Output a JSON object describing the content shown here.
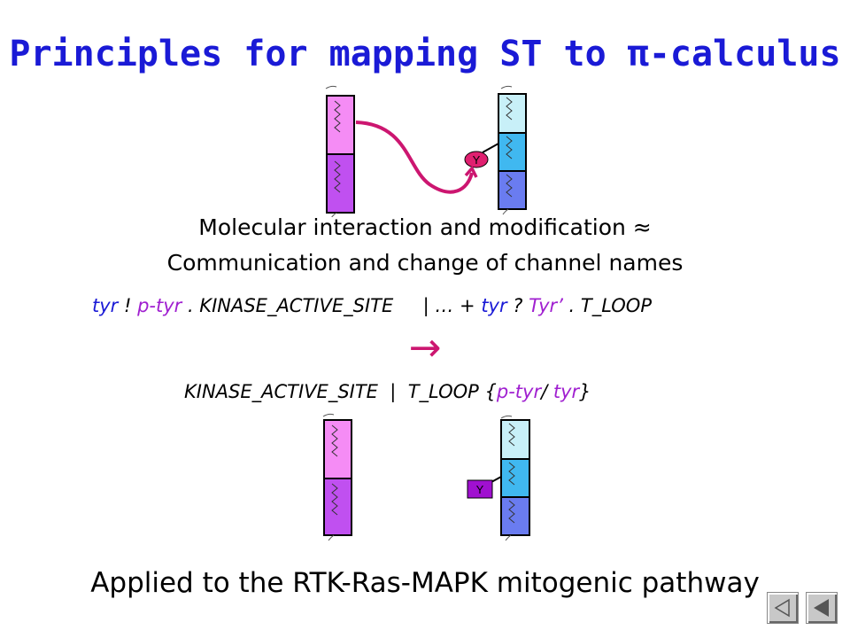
{
  "title": "Principles for mapping ST to π-calculus",
  "caption": {
    "line1": "Molecular interaction and modification ≈",
    "line2": "Communication and change of channel names"
  },
  "formula1": [
    {
      "text": "tyr",
      "color": "#1a1ad6"
    },
    {
      "text": " ! ",
      "color": "#000000"
    },
    {
      "text": "p-tyr",
      "color": "#a020d0"
    },
    {
      "text": " . KINASE_ACTIVE_SITE",
      "color": "#000000"
    },
    {
      "text": "     | … + ",
      "color": "#000000"
    },
    {
      "text": "tyr",
      "color": "#1a1ad6"
    },
    {
      "text": " ? ",
      "color": "#000000"
    },
    {
      "text": "Tyr’",
      "color": "#a020d0"
    },
    {
      "text": " . T_LOOP",
      "color": "#000000"
    }
  ],
  "arrow": "→",
  "formula2": [
    {
      "text": "KINASE_ACTIVE_SITE  |  T_LOOP ",
      "color": "#000000"
    },
    {
      "text": "{",
      "color": "#000000"
    },
    {
      "text": "p-tyr",
      "color": "#a020d0"
    },
    {
      "text": "/ ",
      "color": "#000000"
    },
    {
      "text": "tyr",
      "color": "#a020d0"
    },
    {
      "text": "}",
      "color": "#000000"
    }
  ],
  "diagram": {
    "label_top": "Y",
    "label_bottom": "Y",
    "colors": {
      "pink": "#f58cf5",
      "violet": "#c050f0",
      "light_cyan": "#c8f0f8",
      "cyan": "#40b8f0",
      "blue": "#6a7cf0",
      "arrow": "#cc1670",
      "y_top": "#e02070",
      "y_bottom": "#a010d0"
    }
  },
  "bottom_text": "Applied to the RTK-Ras-MAPK mitogenic pathway",
  "nav": {
    "prev_icon": "triangle-left-icon",
    "next_icon": "triangle-left-filled-icon"
  }
}
